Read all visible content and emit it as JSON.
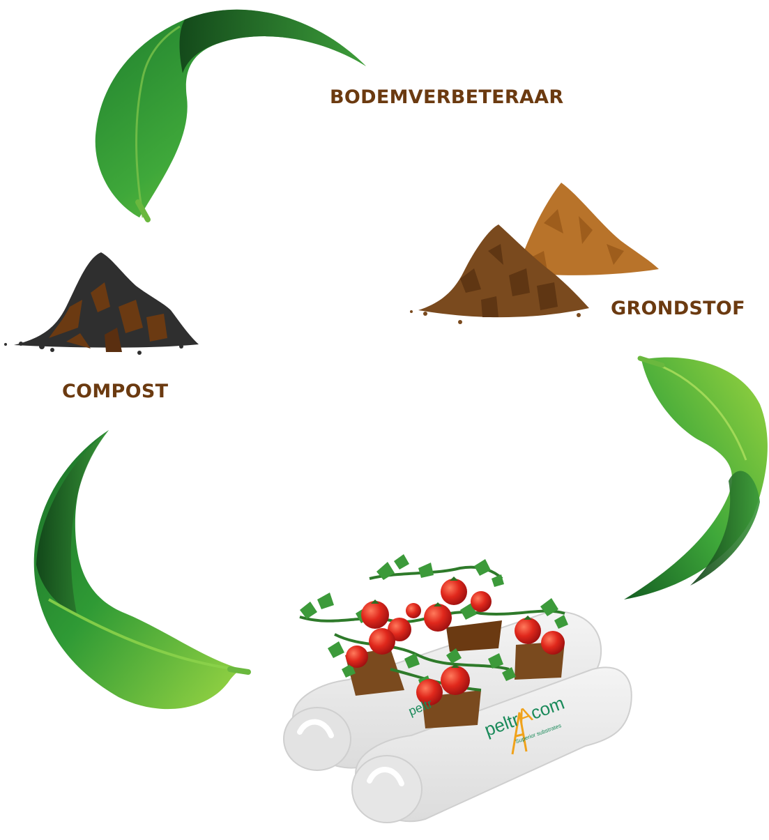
{
  "diagram": {
    "labels": {
      "soil_improver": "BODEMVERBETERAAR",
      "raw_material": "GRONDSTOF",
      "compost": "COMPOST"
    },
    "brand": {
      "logo_text_left": "peltr",
      "logo_text_right": "com",
      "logo_letter": "A",
      "tagline": "Superior substrates"
    },
    "colors": {
      "label": "#6b3a10",
      "leaf_dark": "#1e7a2c",
      "leaf_light": "#8ccf3a",
      "compost": "#333333",
      "compost_brown": "#6b3a12",
      "raw_brown": "#7a4a1e",
      "raw_orange": "#b87326",
      "tomato": "#d9261c",
      "logo_green": "#1a8a5a",
      "logo_orange": "#f0a21a"
    },
    "icons": [
      "leaf-icon",
      "soil-pile-icon",
      "tomato-icon",
      "grow-bag-icon"
    ]
  }
}
